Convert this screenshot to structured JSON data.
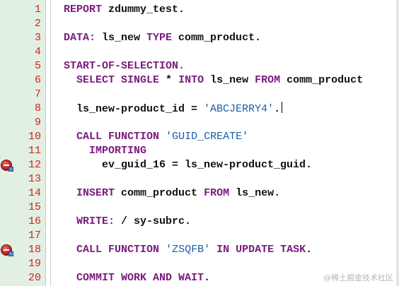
{
  "watermark": "@稀土掘金技术社区",
  "lines": [
    {
      "n": "1",
      "bp": false,
      "tokens": [
        [
          "kw",
          "REPORT"
        ],
        [
          "t",
          " zdummy_test."
        ]
      ]
    },
    {
      "n": "2",
      "bp": false,
      "tokens": []
    },
    {
      "n": "3",
      "bp": false,
      "tokens": [
        [
          "kw",
          "DATA:"
        ],
        [
          "t",
          " ls_new "
        ],
        [
          "kw",
          "TYPE"
        ],
        [
          "t",
          " comm_product."
        ]
      ]
    },
    {
      "n": "4",
      "bp": false,
      "tokens": []
    },
    {
      "n": "5",
      "bp": false,
      "tokens": [
        [
          "kw",
          "START-OF-SELECTION."
        ]
      ]
    },
    {
      "n": "6",
      "bp": false,
      "tokens": [
        [
          "t",
          "  "
        ],
        [
          "kw",
          "SELECT SINGLE"
        ],
        [
          "t",
          " * "
        ],
        [
          "kw",
          "INTO"
        ],
        [
          "t",
          " ls_new "
        ],
        [
          "kw",
          "FROM"
        ],
        [
          "t",
          " comm_product"
        ]
      ]
    },
    {
      "n": "7",
      "bp": false,
      "tokens": []
    },
    {
      "n": "8",
      "bp": false,
      "tokens": [
        [
          "t",
          "  ls_new-product_id = "
        ],
        [
          "str",
          "'ABCJERRY4'"
        ],
        [
          "t",
          "."
        ],
        [
          "cursor",
          ""
        ]
      ]
    },
    {
      "n": "9",
      "bp": false,
      "tokens": []
    },
    {
      "n": "10",
      "bp": false,
      "tokens": [
        [
          "t",
          "  "
        ],
        [
          "kw",
          "CALL FUNCTION"
        ],
        [
          "t",
          " "
        ],
        [
          "str",
          "'GUID_CREATE'"
        ]
      ]
    },
    {
      "n": "11",
      "bp": false,
      "tokens": [
        [
          "t",
          "    "
        ],
        [
          "kw",
          "IMPORTING"
        ]
      ]
    },
    {
      "n": "12",
      "bp": true,
      "tokens": [
        [
          "t",
          "      ev_guid_16 = ls_new-product_guid."
        ]
      ]
    },
    {
      "n": "13",
      "bp": false,
      "tokens": []
    },
    {
      "n": "14",
      "bp": false,
      "tokens": [
        [
          "t",
          "  "
        ],
        [
          "kw",
          "INSERT"
        ],
        [
          "t",
          " comm_product "
        ],
        [
          "kw",
          "FROM"
        ],
        [
          "t",
          " ls_new."
        ]
      ]
    },
    {
      "n": "15",
      "bp": false,
      "tokens": []
    },
    {
      "n": "16",
      "bp": false,
      "tokens": [
        [
          "t",
          "  "
        ],
        [
          "kw",
          "WRITE:"
        ],
        [
          "t",
          " / sy-subrc."
        ]
      ]
    },
    {
      "n": "17",
      "bp": false,
      "tokens": []
    },
    {
      "n": "18",
      "bp": true,
      "tokens": [
        [
          "t",
          "  "
        ],
        [
          "kw",
          "CALL FUNCTION"
        ],
        [
          "t",
          " "
        ],
        [
          "str",
          "'ZSQFB'"
        ],
        [
          "t",
          " "
        ],
        [
          "kw",
          "IN UPDATE TASK"
        ],
        [
          "t",
          "."
        ]
      ]
    },
    {
      "n": "19",
      "bp": false,
      "tokens": []
    },
    {
      "n": "20",
      "bp": false,
      "tokens": [
        [
          "t",
          "  "
        ],
        [
          "kw",
          "COMMIT WORK AND WAIT"
        ],
        [
          "t",
          "."
        ]
      ]
    }
  ]
}
